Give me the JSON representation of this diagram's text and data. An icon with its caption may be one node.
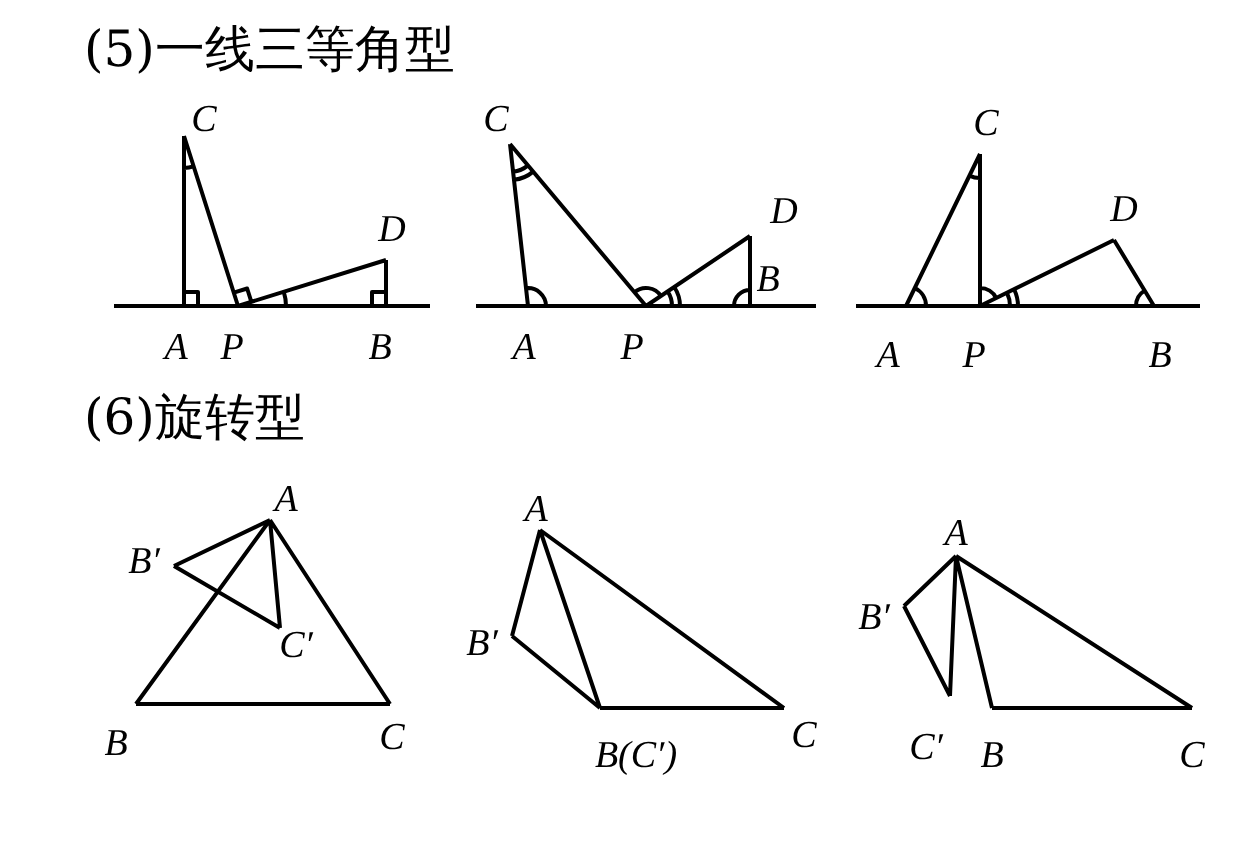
{
  "diagram": {
    "labels": [
      "(5)一线三等角型",
      "C",
      "D",
      "A",
      "P",
      "B",
      "C",
      "D",
      "B",
      "A",
      "P",
      "C",
      "D",
      "A",
      "P",
      "B",
      "(6)旋转型",
      "A",
      "B′",
      "C′",
      "B",
      "C",
      "A",
      "B′",
      "B(C′)",
      "C",
      "A",
      "B′",
      "C′",
      "B",
      "C"
    ]
  }
}
